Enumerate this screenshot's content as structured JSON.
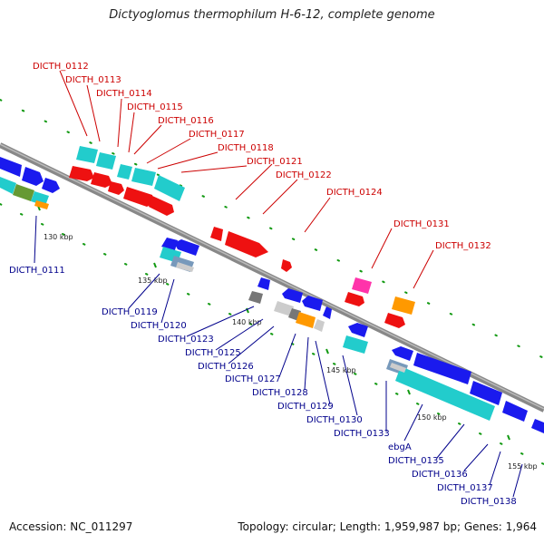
{
  "title": "Dictyoglomus thermophilum H-6-12, complete genome",
  "footer": {
    "accession": "Accession: NC_011297",
    "topology": "Topology: circular; Length: 1,959,987 bp; Genes: 1,964"
  },
  "colors": {
    "forward_label": "#cc0000",
    "reverse_label": "#00008b",
    "red": "#ee1111",
    "blue": "#1a1aee",
    "cyan": "#22cccc",
    "orange": "#ff9900",
    "magenta": "#ff33aa",
    "gray": "#777777",
    "lightgray": "#cccccc",
    "olive": "#669933",
    "steel": "#7799bb"
  },
  "scale_labels": [
    "130 kbp",
    "135 kbp",
    "140 kbp",
    "145 kbp",
    "150 kbp",
    "155 kbp"
  ],
  "forward_labels": [
    "DICTH_0112",
    "DICTH_0113",
    "DICTH_0114",
    "DICTH_0115",
    "DICTH_0116",
    "DICTH_0117",
    "DICTH_0118",
    "DICTH_0121",
    "DICTH_0122",
    "DICTH_0124",
    "DICTH_0131",
    "DICTH_0132"
  ],
  "reverse_labels": [
    "DICTH_0111",
    "DICTH_0119",
    "DICTH_0120",
    "DICTH_0123",
    "DICTH_0125",
    "DICTH_0126",
    "DICTH_0127",
    "DICTH_0128",
    "DICTH_0129",
    "DICTH_0130",
    "DICTH_0133",
    "ebgA",
    "DICTH_0135",
    "DICTH_0136",
    "DICTH_0137",
    "DICTH_0138"
  ]
}
